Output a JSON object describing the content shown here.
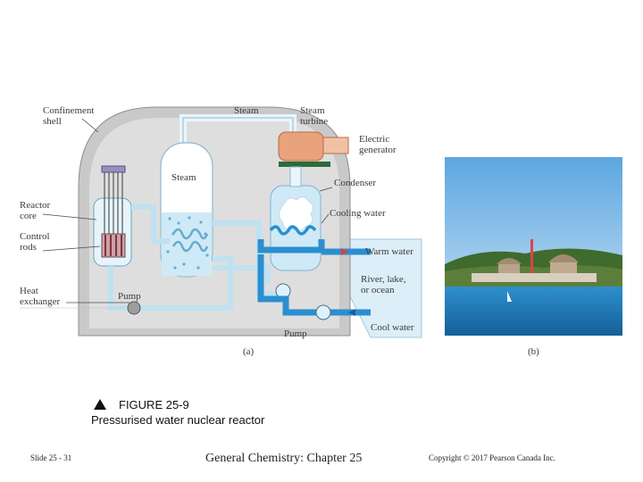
{
  "labels": {
    "confinement_shell": "Confinement\nshell",
    "steam_pipe": "Steam",
    "steam_turbine": "Steam\nturbine",
    "electric_generator": "Electric\ngenerator",
    "steam_vessel": "Steam",
    "condenser": "Condenser",
    "reactor_core": "Reactor\ncore",
    "cooling_water": "Cooling water",
    "control_rods": "Control\nrods",
    "warm_water": "Warm water",
    "river_lake_ocean": "River, lake,\nor ocean",
    "heat_exchanger": "Heat\nexchanger",
    "pump_inner": "Pump",
    "cool_water": "Cool water",
    "pump_outer": "Pump",
    "part_a": "(a)",
    "part_b": "(b)"
  },
  "figure": {
    "number": "FIGURE 25-9",
    "title": "Pressurised water nuclear reactor"
  },
  "footer": {
    "slide": "Slide 25 - 31",
    "course": "General Chemistry: Chapter 25",
    "copyright": "Copyright © 2017 Pearson Canada Inc."
  },
  "colors": {
    "shell": "#c9c9c9",
    "pipe": "#bfe2f0",
    "water": "#2a8fd0",
    "turbine": "#e8a27c",
    "sky": "#7fb9e4",
    "lake": "#1c7fc0"
  }
}
